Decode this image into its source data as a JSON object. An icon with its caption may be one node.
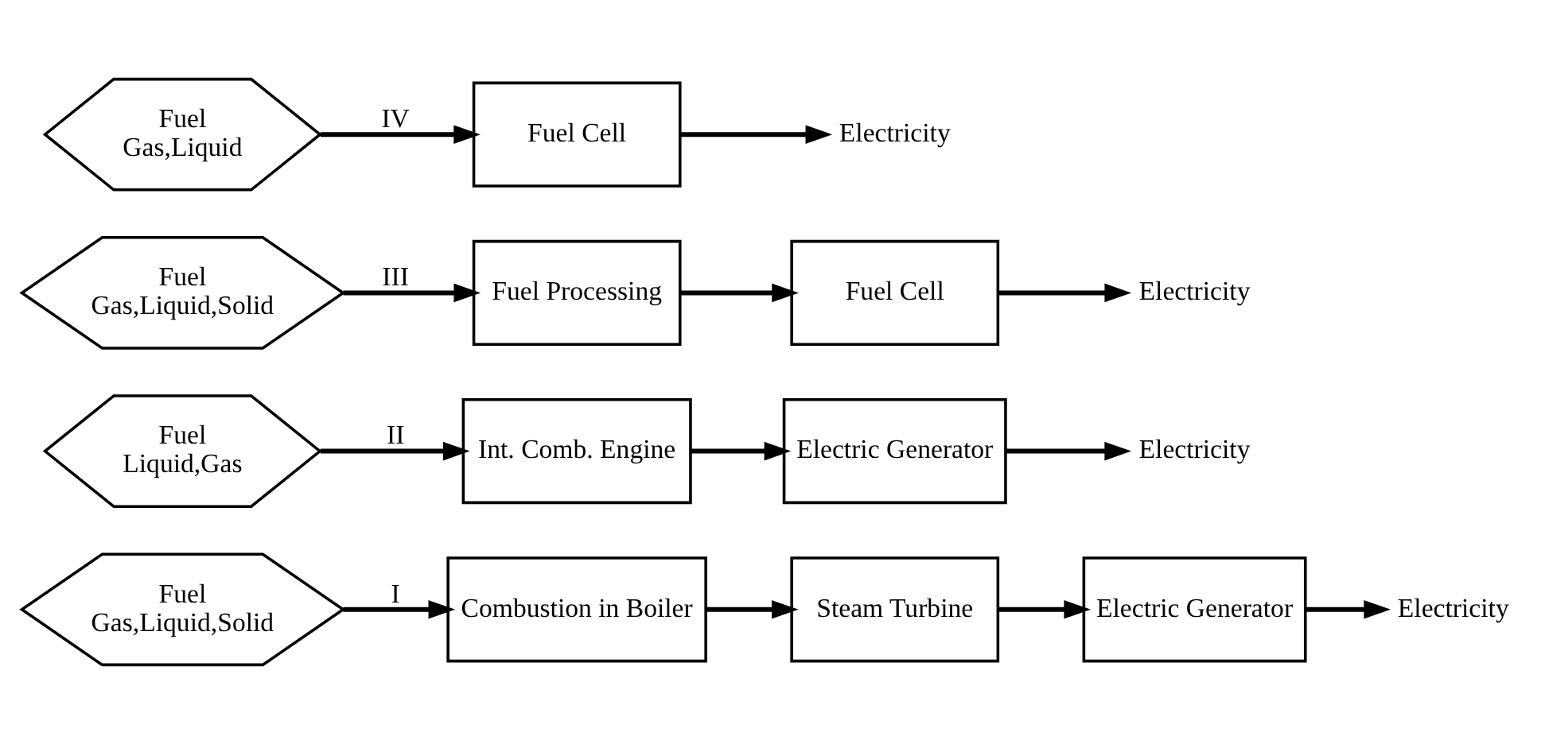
{
  "diagram": {
    "nodes": [
      {
        "text": [
          "Fuel",
          "Gas,Liquid,Solid"
        ]
      },
      {
        "text": [
          "Combustion in Boiler"
        ]
      },
      {
        "text": [
          "Steam Turbine"
        ]
      },
      {
        "text": [
          "Electric Generator"
        ]
      },
      {
        "text": [
          "Electricity"
        ]
      },
      {
        "text": [
          "Fuel",
          "Liquid,Gas"
        ]
      },
      {
        "text": [
          "Int. Comb. Engine"
        ]
      },
      {
        "text": [
          "Electric Generator"
        ]
      },
      {
        "text": [
          "Electricity"
        ]
      },
      {
        "text": [
          "Fuel",
          "Gas,Liquid,Solid"
        ]
      },
      {
        "text": [
          "Fuel Processing"
        ]
      },
      {
        "text": [
          "Fuel Cell"
        ]
      },
      {
        "text": [
          "Electricity"
        ]
      },
      {
        "text": [
          "Fuel",
          "Gas,Liquid"
        ]
      },
      {
        "text": [
          "Fuel Cell"
        ]
      },
      {
        "text": [
          "Electricity"
        ]
      }
    ],
    "edges": [
      {
        "from": 0,
        "to": 1,
        "arrow": "to",
        "label": "I"
      },
      {
        "from": 1,
        "to": 2,
        "arrow": "to"
      },
      {
        "from": 2,
        "to": 3,
        "arrow": "to"
      },
      {
        "from": 3,
        "to": 4,
        "arrow": "to"
      },
      {
        "from": 5,
        "to": 6,
        "arrow": "to",
        "label": "II"
      },
      {
        "from": 6,
        "to": 7,
        "arrow": "to"
      },
      {
        "from": 7,
        "to": 8,
        "arrow": "to"
      },
      {
        "from": 9,
        "to": 10,
        "arrow": "to",
        "label": "III"
      },
      {
        "from": 10,
        "to": 11,
        "arrow": "to"
      },
      {
        "from": 11,
        "to": 12,
        "arrow": "to"
      },
      {
        "from": 13,
        "to": 14,
        "arrow": "to",
        "label": "IV"
      },
      {
        "from": 14,
        "to": 15,
        "arrow": "to"
      }
    ]
  }
}
